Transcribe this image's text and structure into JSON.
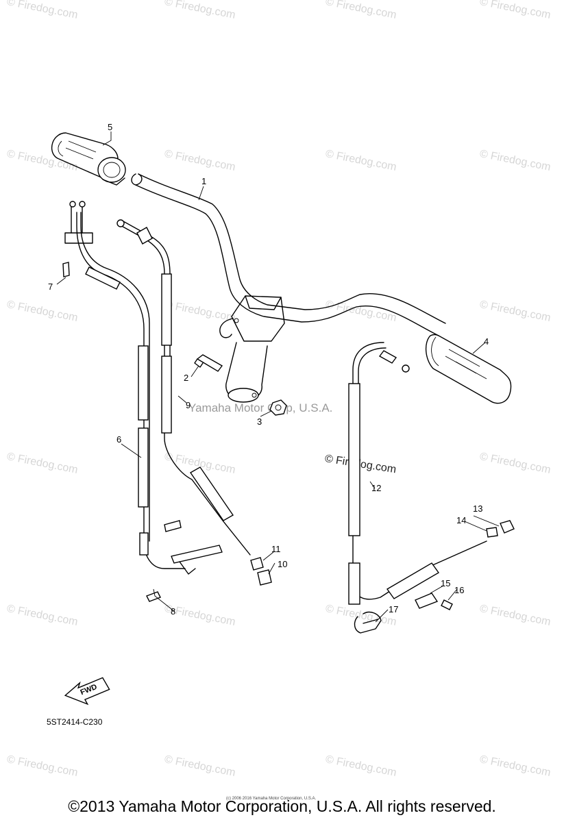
{
  "watermark": {
    "text": "© Firedog.com"
  },
  "center_watermarks": {
    "yamaha": "Yamaha Motor Corp, U.S.A.",
    "firedog": "© Firedog.com"
  },
  "callouts": [
    "5",
    "1",
    "7",
    "4",
    "2",
    "9",
    "3",
    "6",
    "12",
    "13",
    "14",
    "11",
    "10",
    "15",
    "16",
    "8",
    "17"
  ],
  "fwd_label": "FWD",
  "diagram_code": "5ST2414-C230",
  "tiny_text": "(c) 2006 2016 Yamaha Motor Corporation, U.S.A.",
  "copyright": "©2013 Yamaha Motor Corporation, U.S.A. All rights reserved."
}
